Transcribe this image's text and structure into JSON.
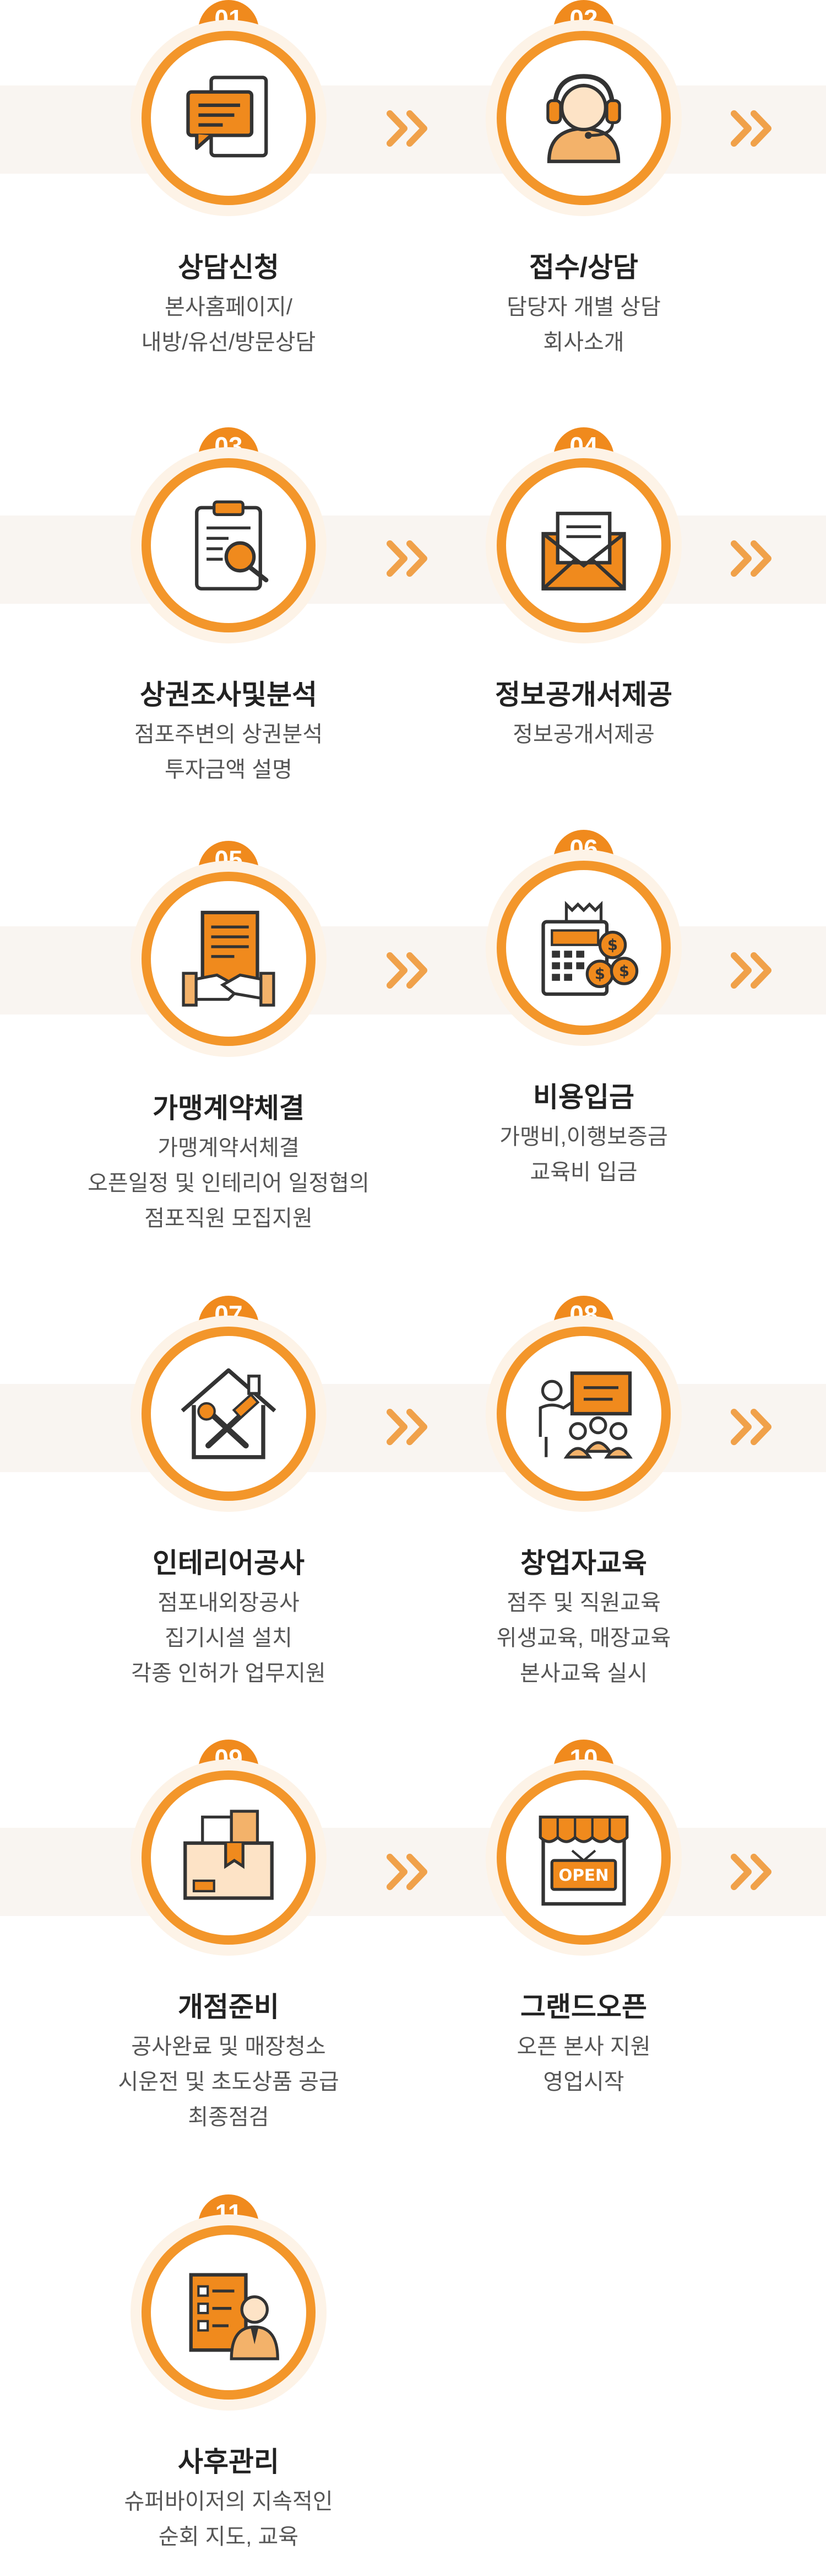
{
  "accent_color": "#f08a1d",
  "steps": [
    {
      "num": "01",
      "title": "상담신청",
      "icon": "consultation-chat-icon",
      "desc": [
        "본사홈페이지/",
        "내방/유선/방문상담"
      ]
    },
    {
      "num": "02",
      "title": "접수/상담",
      "icon": "headset-agent-icon",
      "desc": [
        "담당자 개별 상담",
        "회사소개"
      ]
    },
    {
      "num": "03",
      "title": "상권조사및분석",
      "icon": "clipboard-search-icon",
      "desc": [
        "점포주변의 상권분석",
        "투자금액 설명"
      ]
    },
    {
      "num": "04",
      "title": "정보공개서제공",
      "icon": "envelope-document-icon",
      "desc": [
        "정보공개서제공"
      ]
    },
    {
      "num": "05",
      "title": "가맹계약체결",
      "icon": "contract-handshake-icon",
      "desc": [
        "가맹계약서체결",
        "오픈일정 및 인테리어 일정협의",
        "점포직원 모집지원"
      ]
    },
    {
      "num": "06",
      "title": "비용입금",
      "icon": "calculator-money-icon",
      "desc": [
        "가맹비,이행보증금",
        "교육비 입금"
      ]
    },
    {
      "num": "07",
      "title": "인테리어공사",
      "icon": "house-tools-icon",
      "desc": [
        "점포내외장공사",
        "집기시설 설치",
        "각종 인허가 업무지원"
      ]
    },
    {
      "num": "08",
      "title": "창업자교육",
      "icon": "teacher-students-icon",
      "desc": [
        "점주 및 직원교육",
        "위생교육, 매장교육",
        "본사교육 실시"
      ]
    },
    {
      "num": "09",
      "title": "개점준비",
      "icon": "boxes-icon",
      "desc": [
        "공사완료 및 매장청소",
        "시운전 및 초도상품 공급",
        "최종점검"
      ]
    },
    {
      "num": "10",
      "title": "그랜드오픈",
      "icon": "open-store-icon",
      "desc": [
        "오픈 본사 지원",
        "영업시작"
      ]
    },
    {
      "num": "11",
      "title": "사후관리",
      "icon": "supervisor-checklist-icon",
      "desc": [
        "슈퍼바이저의 지속적인",
        "순회 지도, 교육"
      ]
    }
  ]
}
